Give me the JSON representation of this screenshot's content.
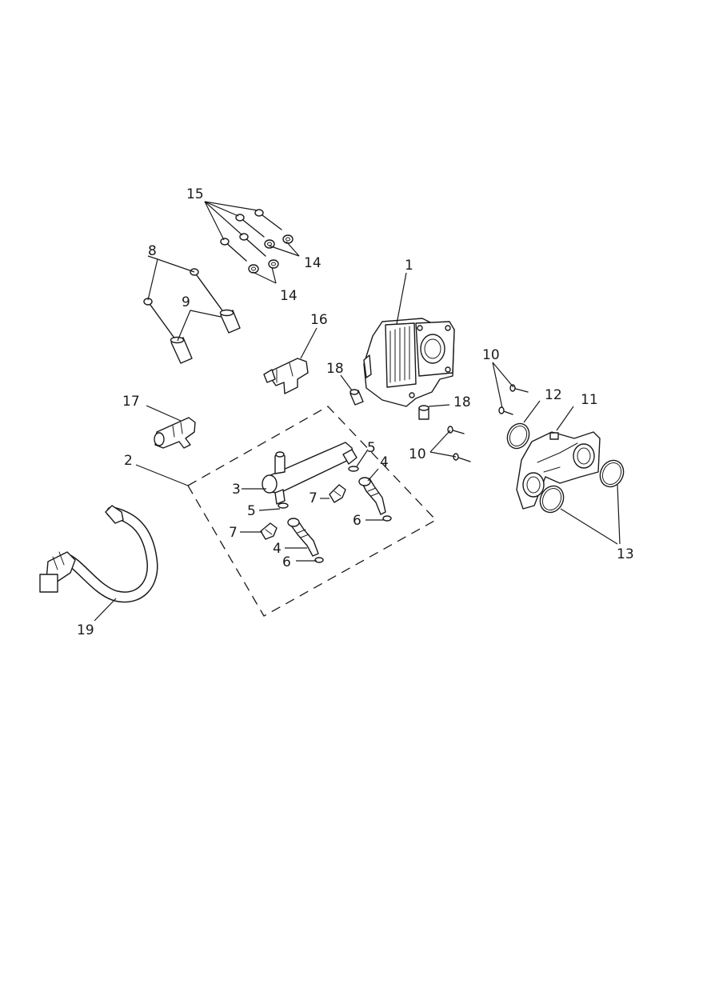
{
  "callouts": {
    "c1": "1",
    "c2": "2",
    "c3": "3",
    "c4a": "4",
    "c4b": "4",
    "c5a": "5",
    "c5b": "5",
    "c6a": "6",
    "c6b": "6",
    "c7a": "7",
    "c7b": "7",
    "c8": "8",
    "c9": "9",
    "c10a": "10",
    "c10b": "10",
    "c11": "11",
    "c12": "12",
    "c13": "13",
    "c14a": "14",
    "c14b": "14",
    "c15": "15",
    "c16": "16",
    "c17": "17",
    "c18a": "18",
    "c18b": "18",
    "c19": "19"
  }
}
